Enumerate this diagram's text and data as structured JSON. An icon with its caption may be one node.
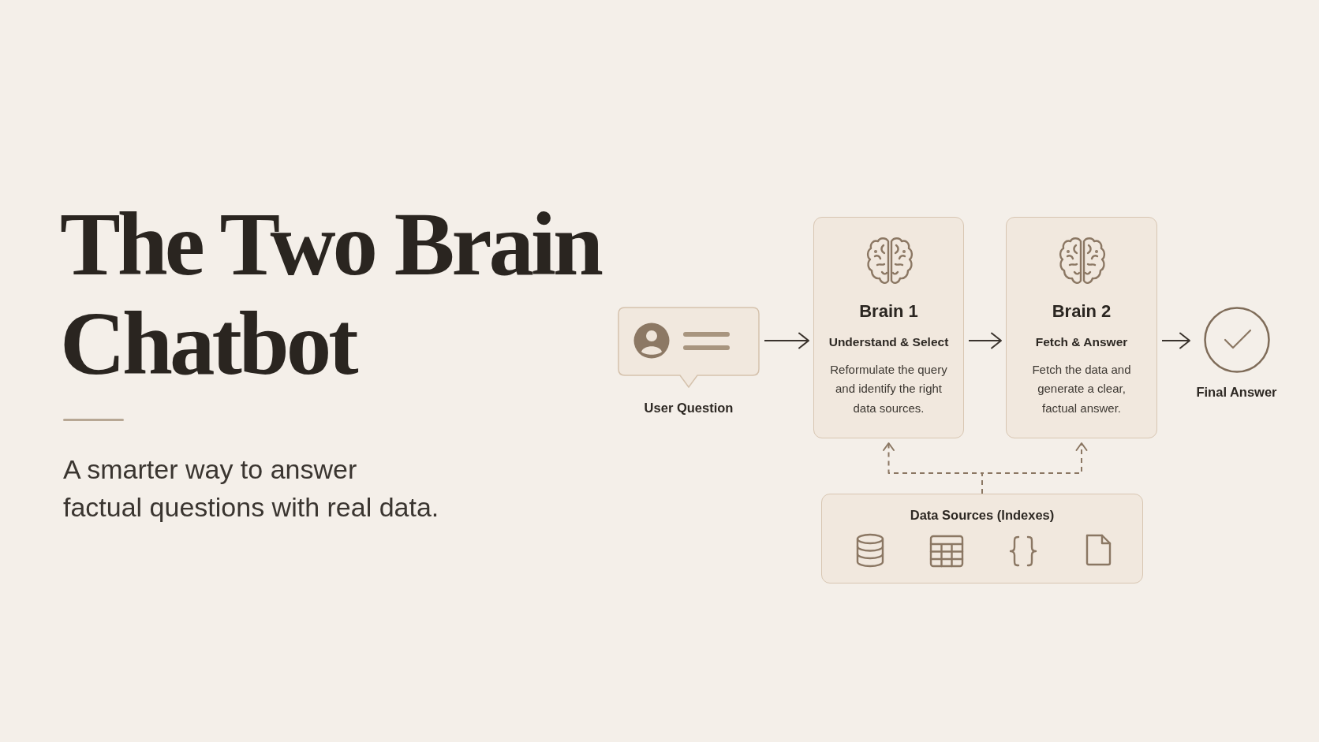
{
  "diagram": {
    "title": "The Two Brain Chatbot",
    "nodes": [
      {
        "text": [
          "User Question"
        ]
      },
      {
        "text": [
          "Brain 1",
          "Understand & Select",
          "Reformulate the query and identify the right data sources."
        ]
      },
      {
        "text": [
          "Brain 2",
          "Fetch & Answer",
          "Fetch the data and generate a clear, factual answer."
        ]
      },
      {
        "text": [
          "Final Answer"
        ]
      },
      {
        "text": [
          "Data Sources (Indexes)"
        ]
      }
    ],
    "edges": [
      {
        "from": 0,
        "to": 1,
        "arrow": "to"
      },
      {
        "from": 1,
        "to": 2,
        "arrow": "to"
      },
      {
        "from": 2,
        "to": 3,
        "arrow": "to"
      },
      {
        "from": 4,
        "to": 1,
        "arrow": "to",
        "style": "dashed",
        "color": "#8b7763"
      },
      {
        "from": 4,
        "to": 2,
        "arrow": "to",
        "style": "dashed",
        "color": "#8b7763"
      }
    ],
    "labels": [
      "A smarter way to answer factual questions with real data."
    ]
  }
}
